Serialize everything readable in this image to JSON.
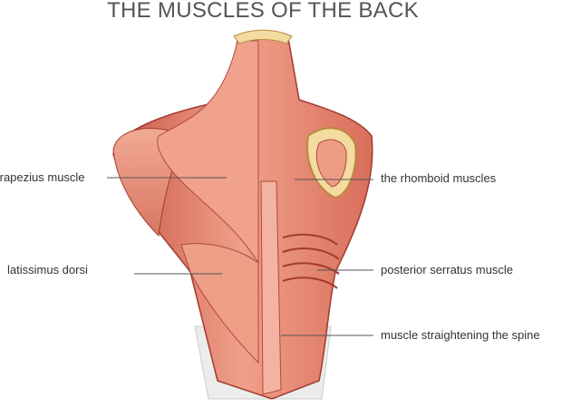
{
  "title": "THE MUSCLES OF THE BACK",
  "labels": {
    "trapezius": "trapezius muscle",
    "rhomboid": "the rhomboid muscles",
    "latissimus": "latissimus dorsi",
    "serratus": "posterior serratus muscle",
    "spine": "muscle straightening the spine"
  },
  "colors": {
    "muscle": "#e8927a",
    "muscle_dark": "#b8463a",
    "bone": "#f4dca0",
    "skin": "#f0f0f0",
    "line": "#555555"
  }
}
